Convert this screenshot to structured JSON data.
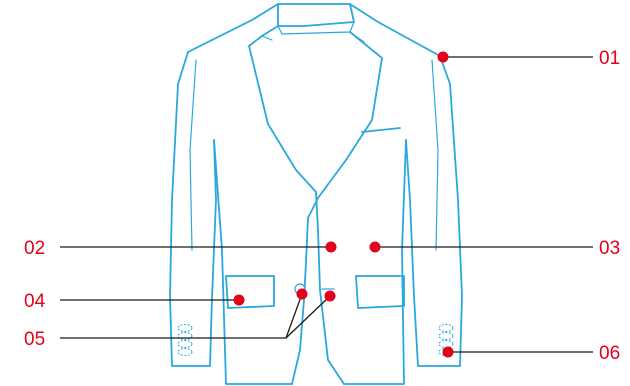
{
  "colors": {
    "outline": "#2aa8dd",
    "marker": "#e3001b",
    "leader": "#1a1a1a",
    "label": "#e3001b"
  },
  "callouts": [
    {
      "id": "01",
      "label": "01"
    },
    {
      "id": "02",
      "label": "02"
    },
    {
      "id": "03",
      "label": "03"
    },
    {
      "id": "04",
      "label": "04"
    },
    {
      "id": "05",
      "label": "05"
    },
    {
      "id": "06",
      "label": "06"
    }
  ]
}
